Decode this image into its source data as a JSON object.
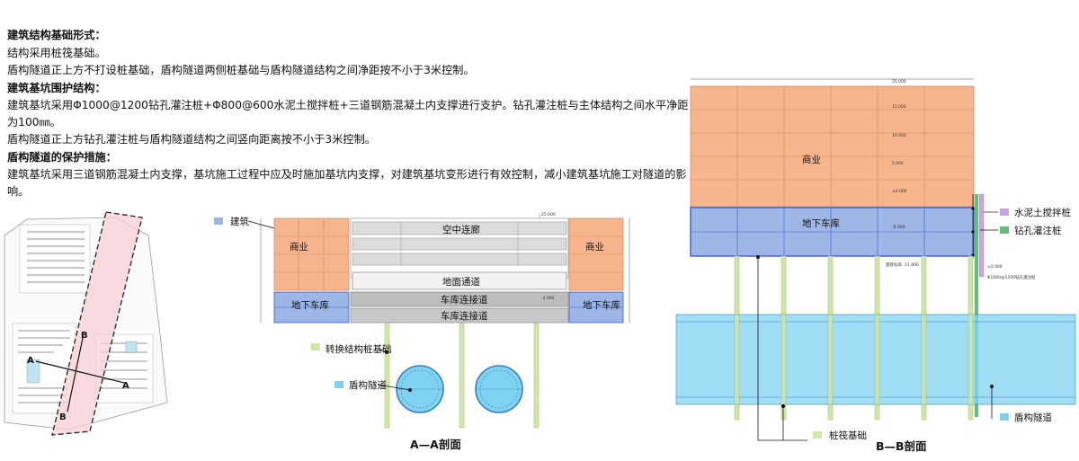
{
  "text": {
    "h1": "建筑结构基础形式：",
    "p1": "结构采用桩筏基础。",
    "p2": "盾构隧道正上方不打设桩基础，盾构隧道两侧桩基础与盾构隧道结构之间净距按不小于3米控制。",
    "h2": "建筑基坑围护结构：",
    "p3": "建筑基坑采用Φ1000@1200钻孔灌注桩+Φ800@600水泥土搅拌桩+三道钢筋混凝土内支撑进行支护。钻孔灌注桩与主体结构之间水平净距为100㎜。",
    "p4": "盾构隧道正上方钻孔灌注桩与盾构隧道结构之间竖向距离按不小于3米控制。",
    "h3": "盾构隧道的保护措施：",
    "p5": "建筑基坑采用三道钢筋混凝土内支撑，基坑施工过程中应及时施加基坑内支撑，对建筑基坑变形进行有效控制，减小建筑基坑施工对隧道的影响。"
  },
  "plan": {
    "marks": [
      "A",
      "A",
      "B",
      "B"
    ]
  },
  "section_aa": {
    "legend_building": "建筑",
    "commerce_left": "商业",
    "commerce_right": "商业",
    "sky_corridor": "空中连廊",
    "ground_passage": "地面通道",
    "garage_left": "地下车库",
    "garage_right": "地下车库",
    "garage_link_1": "车库连接道",
    "garage_link_2": "车库连接道",
    "legend_transfer": "转换结构桩基础",
    "legend_tunnel": "盾构隧道",
    "caption": "A—A剖面"
  },
  "section_bb": {
    "commerce": "商业",
    "garage": "地下车库",
    "legend_mixing_pile": "水泥土搅拌桩",
    "legend_bored_pile": "钻孔灌注桩",
    "legend_raft": "桩筏基础",
    "legend_tunnel": "盾构隧道",
    "caption": "B—B剖面"
  },
  "colors": {
    "orange": "#f6b58c",
    "blue_fill": "#9db6e6",
    "blue_line": "#3a5bd0",
    "gray": "#d8d8d8",
    "tunnel": "#7fd3f1",
    "pile_green": "#d2e6a8",
    "purple": "#c9a4e0",
    "pink": "#f8d0d6"
  }
}
